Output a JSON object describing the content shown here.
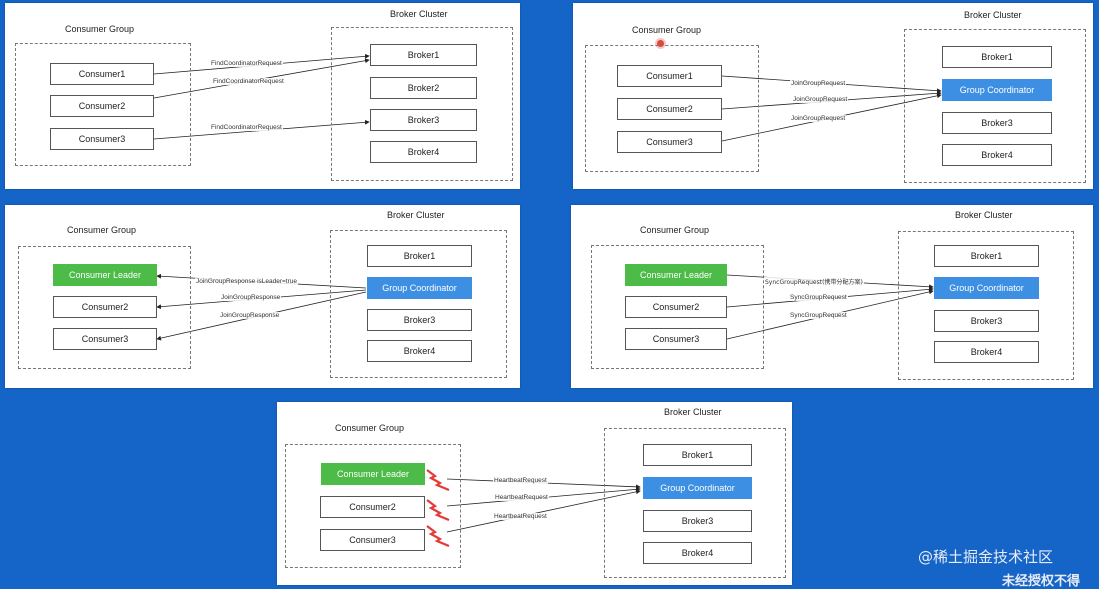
{
  "labels": {
    "consumer_group": "Consumer Group",
    "broker_cluster": "Broker Cluster",
    "consumer1": "Consumer1",
    "consumer2": "Consumer2",
    "consumer3": "Consumer3",
    "consumer_leader": "Consumer Leader",
    "broker1": "Broker1",
    "broker2": "Broker2",
    "broker3": "Broker3",
    "broker4": "Broker4",
    "group_coordinator": "Group Coordinator"
  },
  "panel1": {
    "arrows": [
      "FindCoordinatorRequest",
      "FindCoordinatorRequest",
      "FindCoordinatorRequest"
    ]
  },
  "panel2": {
    "arrows": [
      "JoinGroupRequest",
      "JoinGroupRequest",
      "JoinGroupRequest"
    ]
  },
  "panel3": {
    "arrows": [
      "JoinGroupResponse isLeader=true",
      "JoinGroupResponse",
      "JoinGroupResponse"
    ]
  },
  "panel4": {
    "arrows": [
      "SyncGroupRequest(携带分配方案)",
      "SyncGroupRequest",
      "SyncGroupRequest"
    ]
  },
  "panel5": {
    "arrows": [
      "HeartbeatRequest",
      "HeartbeatRequest",
      "HeartbeatRequest"
    ]
  },
  "colors": {
    "background": "#1565c8",
    "leader": "#4cbb47",
    "coordinator": "#3d8fe3",
    "heartbeat_bolt": "#e53935"
  },
  "watermark": {
    "line1": "@稀土掘金技术社区",
    "line2": "未经授权不得"
  }
}
